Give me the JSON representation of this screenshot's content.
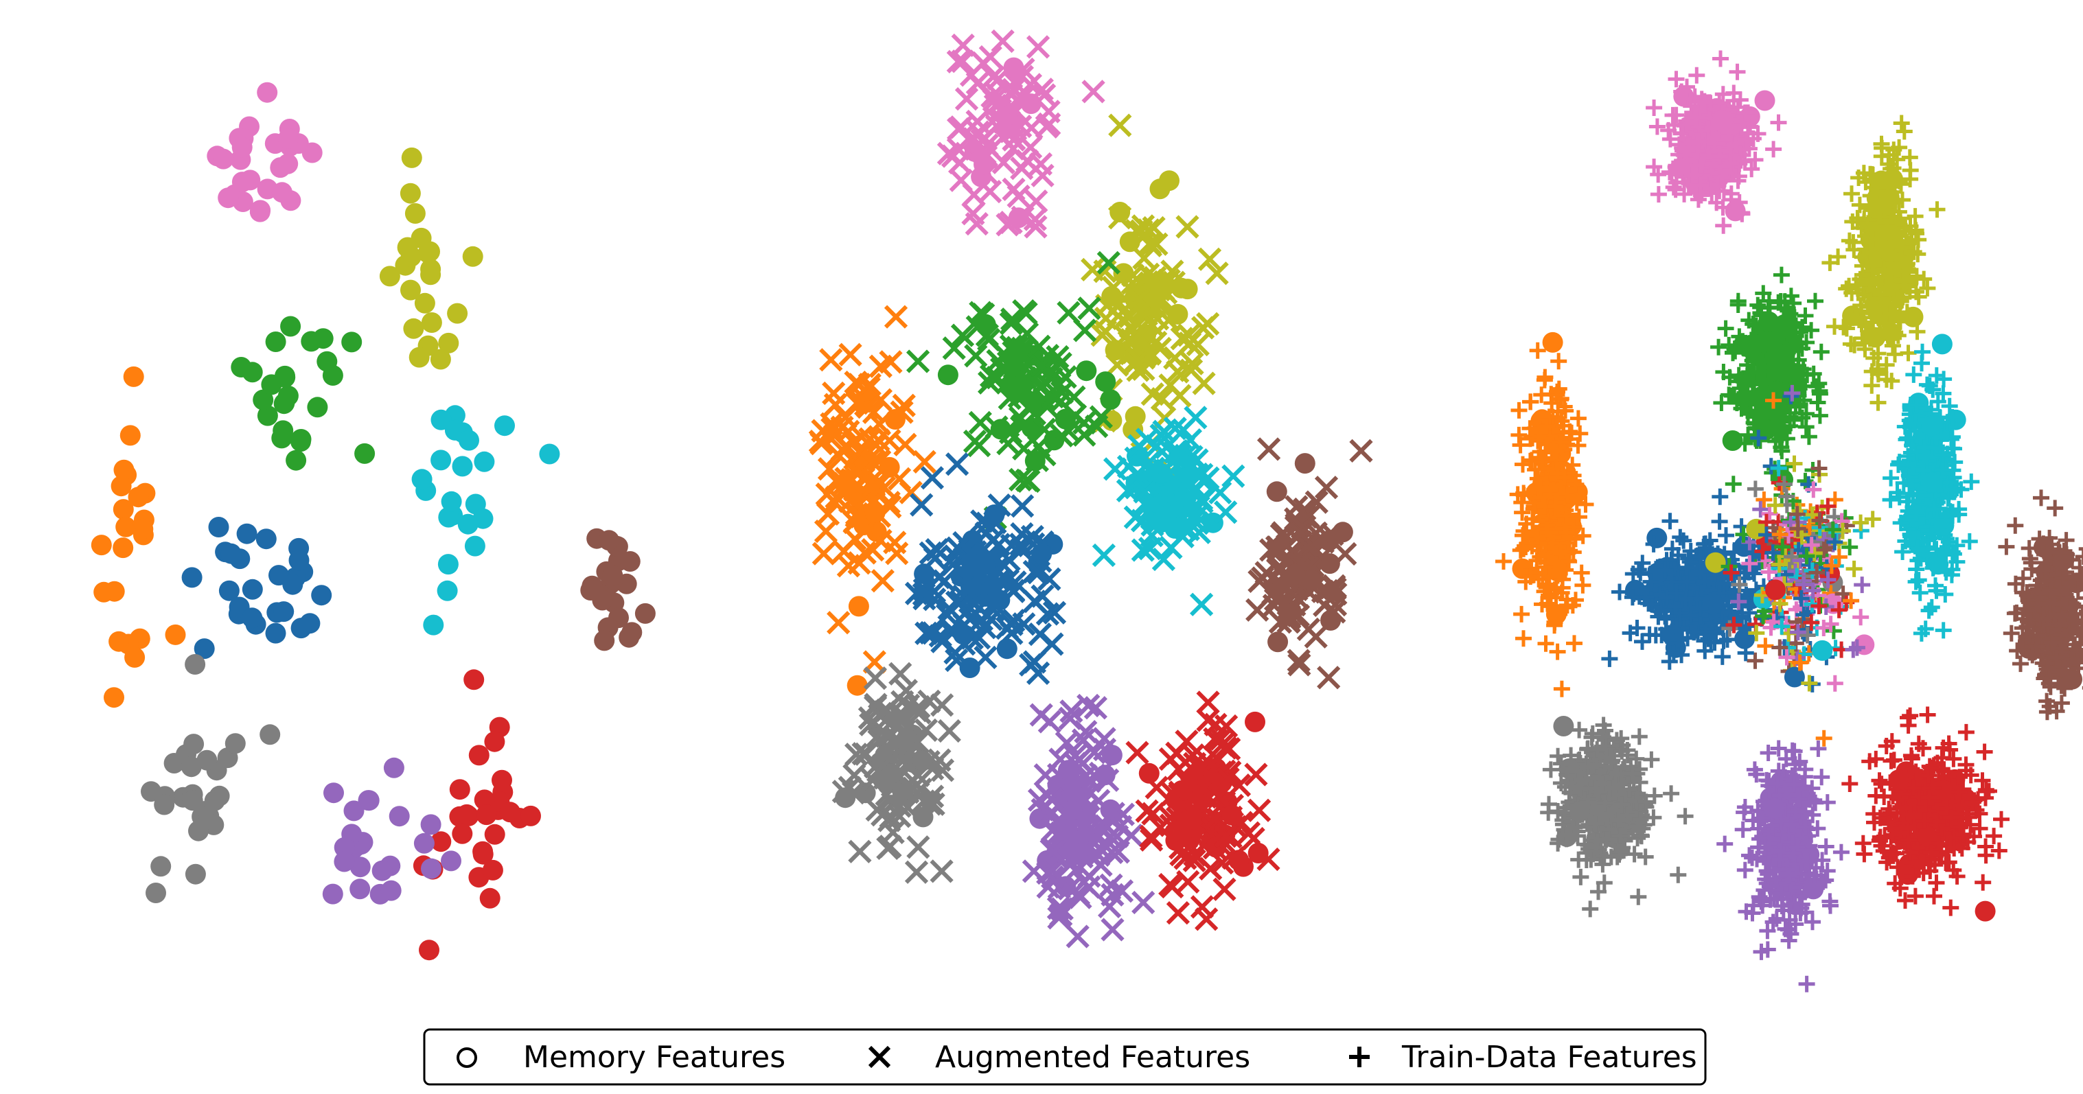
{
  "palette": {
    "blue": "#1f6aa8",
    "orange": "#ff7f0e",
    "green": "#2ca02c",
    "red": "#d62728",
    "purple": "#9467bd",
    "brown": "#8c564b",
    "pink": "#e377c2",
    "gray": "#7f7f7f",
    "olive": "#bcbd22",
    "cyan": "#17becf"
  },
  "legend": {
    "memory": "Memory Features",
    "augmented": "Augmented Features",
    "train": "Train-Data Features"
  },
  "chart_data": [
    {
      "type": "scatter",
      "marker": "circle",
      "series_legend": "memory",
      "clusters": [
        {
          "color": "pink",
          "center": [
            0.35,
            0.13
          ],
          "spread": [
            0.08,
            0.08
          ],
          "count": 26
        },
        {
          "color": "olive",
          "center": [
            0.62,
            0.25
          ],
          "spread": [
            0.06,
            0.12
          ],
          "count": 22
        },
        {
          "color": "green",
          "center": [
            0.42,
            0.36
          ],
          "spread": [
            0.12,
            0.07
          ],
          "count": 24
        },
        {
          "color": "orange",
          "center": [
            0.13,
            0.52
          ],
          "spread": [
            0.06,
            0.15
          ],
          "count": 22
        },
        {
          "color": "cyan",
          "center": [
            0.68,
            0.5
          ],
          "spread": [
            0.07,
            0.12
          ],
          "count": 22
        },
        {
          "color": "blue",
          "center": [
            0.36,
            0.58
          ],
          "spread": [
            0.11,
            0.07
          ],
          "count": 26
        },
        {
          "color": "brown",
          "center": [
            0.94,
            0.57
          ],
          "spread": [
            0.05,
            0.07
          ],
          "count": 22
        },
        {
          "color": "gray",
          "center": [
            0.23,
            0.79
          ],
          "spread": [
            0.09,
            0.09
          ],
          "count": 26
        },
        {
          "color": "red",
          "center": [
            0.72,
            0.8
          ],
          "spread": [
            0.08,
            0.09
          ],
          "count": 28
        },
        {
          "color": "purple",
          "center": [
            0.53,
            0.84
          ],
          "spread": [
            0.07,
            0.07
          ],
          "count": 24
        }
      ]
    },
    {
      "type": "scatter",
      "marker": "mixed",
      "series_legend": "augmented",
      "clusters": [
        {
          "color": "pink",
          "center": [
            0.37,
            0.1
          ],
          "spread": [
            0.09,
            0.09
          ],
          "count": 90
        },
        {
          "color": "olive",
          "center": [
            0.62,
            0.28
          ],
          "spread": [
            0.08,
            0.1
          ],
          "count": 120
        },
        {
          "color": "green",
          "center": [
            0.42,
            0.36
          ],
          "spread": [
            0.1,
            0.08
          ],
          "count": 110
        },
        {
          "color": "orange",
          "center": [
            0.13,
            0.45
          ],
          "spread": [
            0.07,
            0.12
          ],
          "count": 110
        },
        {
          "color": "cyan",
          "center": [
            0.66,
            0.47
          ],
          "spread": [
            0.07,
            0.07
          ],
          "count": 110
        },
        {
          "color": "blue",
          "center": [
            0.34,
            0.57
          ],
          "spread": [
            0.11,
            0.07
          ],
          "count": 140
        },
        {
          "color": "brown",
          "center": [
            0.88,
            0.55
          ],
          "spread": [
            0.06,
            0.09
          ],
          "count": 110
        },
        {
          "color": "gray",
          "center": [
            0.2,
            0.76
          ],
          "spread": [
            0.07,
            0.08
          ],
          "count": 110
        },
        {
          "color": "purple",
          "center": [
            0.5,
            0.82
          ],
          "spread": [
            0.07,
            0.09
          ],
          "count": 140
        },
        {
          "color": "red",
          "center": [
            0.72,
            0.8
          ],
          "spread": [
            0.08,
            0.08
          ],
          "count": 130
        }
      ]
    },
    {
      "type": "scatter",
      "marker": "mixed",
      "series_legend": "train",
      "clusters": [
        {
          "color": "pink",
          "center": [
            0.35,
            0.11
          ],
          "spread": [
            0.06,
            0.05
          ],
          "count": 400
        },
        {
          "color": "olive",
          "center": [
            0.65,
            0.23
          ],
          "spread": [
            0.05,
            0.1
          ],
          "count": 380
        },
        {
          "color": "green",
          "center": [
            0.45,
            0.35
          ],
          "spread": [
            0.06,
            0.07
          ],
          "count": 420
        },
        {
          "color": "orange",
          "center": [
            0.08,
            0.48
          ],
          "spread": [
            0.04,
            0.11
          ],
          "count": 380
        },
        {
          "color": "cyan",
          "center": [
            0.72,
            0.47
          ],
          "spread": [
            0.04,
            0.09
          ],
          "count": 380
        },
        {
          "color": "blue",
          "center": [
            0.33,
            0.58
          ],
          "spread": [
            0.09,
            0.05
          ],
          "count": 420
        },
        {
          "color": "brown",
          "center": [
            0.93,
            0.6
          ],
          "spread": [
            0.05,
            0.07
          ],
          "count": 360
        },
        {
          "color": "gray",
          "center": [
            0.17,
            0.8
          ],
          "spread": [
            0.07,
            0.06
          ],
          "count": 380
        },
        {
          "color": "purple",
          "center": [
            0.48,
            0.84
          ],
          "spread": [
            0.05,
            0.08
          ],
          "count": 380
        },
        {
          "color": "red",
          "center": [
            0.72,
            0.81
          ],
          "spread": [
            0.08,
            0.06
          ],
          "count": 380
        },
        {
          "color": "mixed",
          "center": [
            0.5,
            0.55
          ],
          "spread": [
            0.09,
            0.1
          ],
          "count": 300
        }
      ]
    }
  ]
}
